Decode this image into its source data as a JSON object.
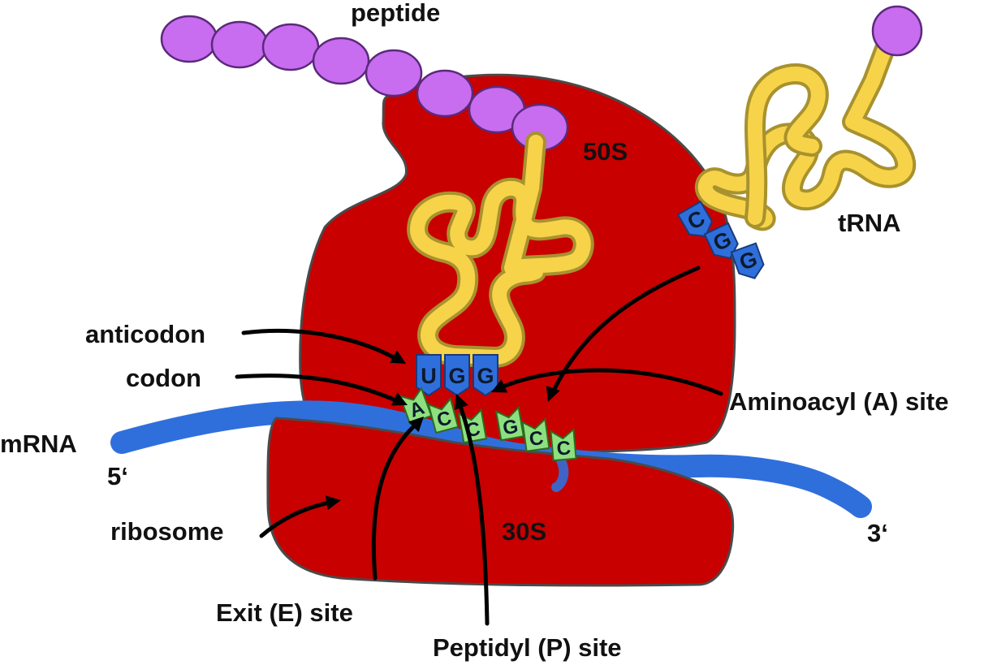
{
  "colors": {
    "ribosome": "#c80000",
    "outline": "#4a4a4a",
    "trna": "#f7d34a",
    "trna_outline": "#a8922e",
    "mrna": "#2f6fdc",
    "codon_base": "#8ee07f",
    "anticodon_base": "#2f6fdc",
    "peptide": "#c86cf0",
    "arrow": "#000000"
  },
  "labels": {
    "peptide": "peptide",
    "large_subunit": "50S",
    "small_subunit": "30S",
    "trna": "tRNA",
    "anticodon": "anticodon",
    "codon": "codon",
    "mrna": "mRNA",
    "five_prime": "5‘",
    "three_prime": "3‘",
    "ribosome": "ribosome",
    "a_site": "Aminoacyl (A) site",
    "e_site": "Exit (E) site",
    "p_site": "Peptidyl (P) site"
  },
  "anticodon_in_p_site": [
    "U",
    "G",
    "G"
  ],
  "incoming_anticodon": [
    "C",
    "G",
    "G"
  ],
  "mrna_codons": [
    "A",
    "C",
    "C",
    "G",
    "C",
    "C"
  ],
  "peptide_bead_count": 8
}
